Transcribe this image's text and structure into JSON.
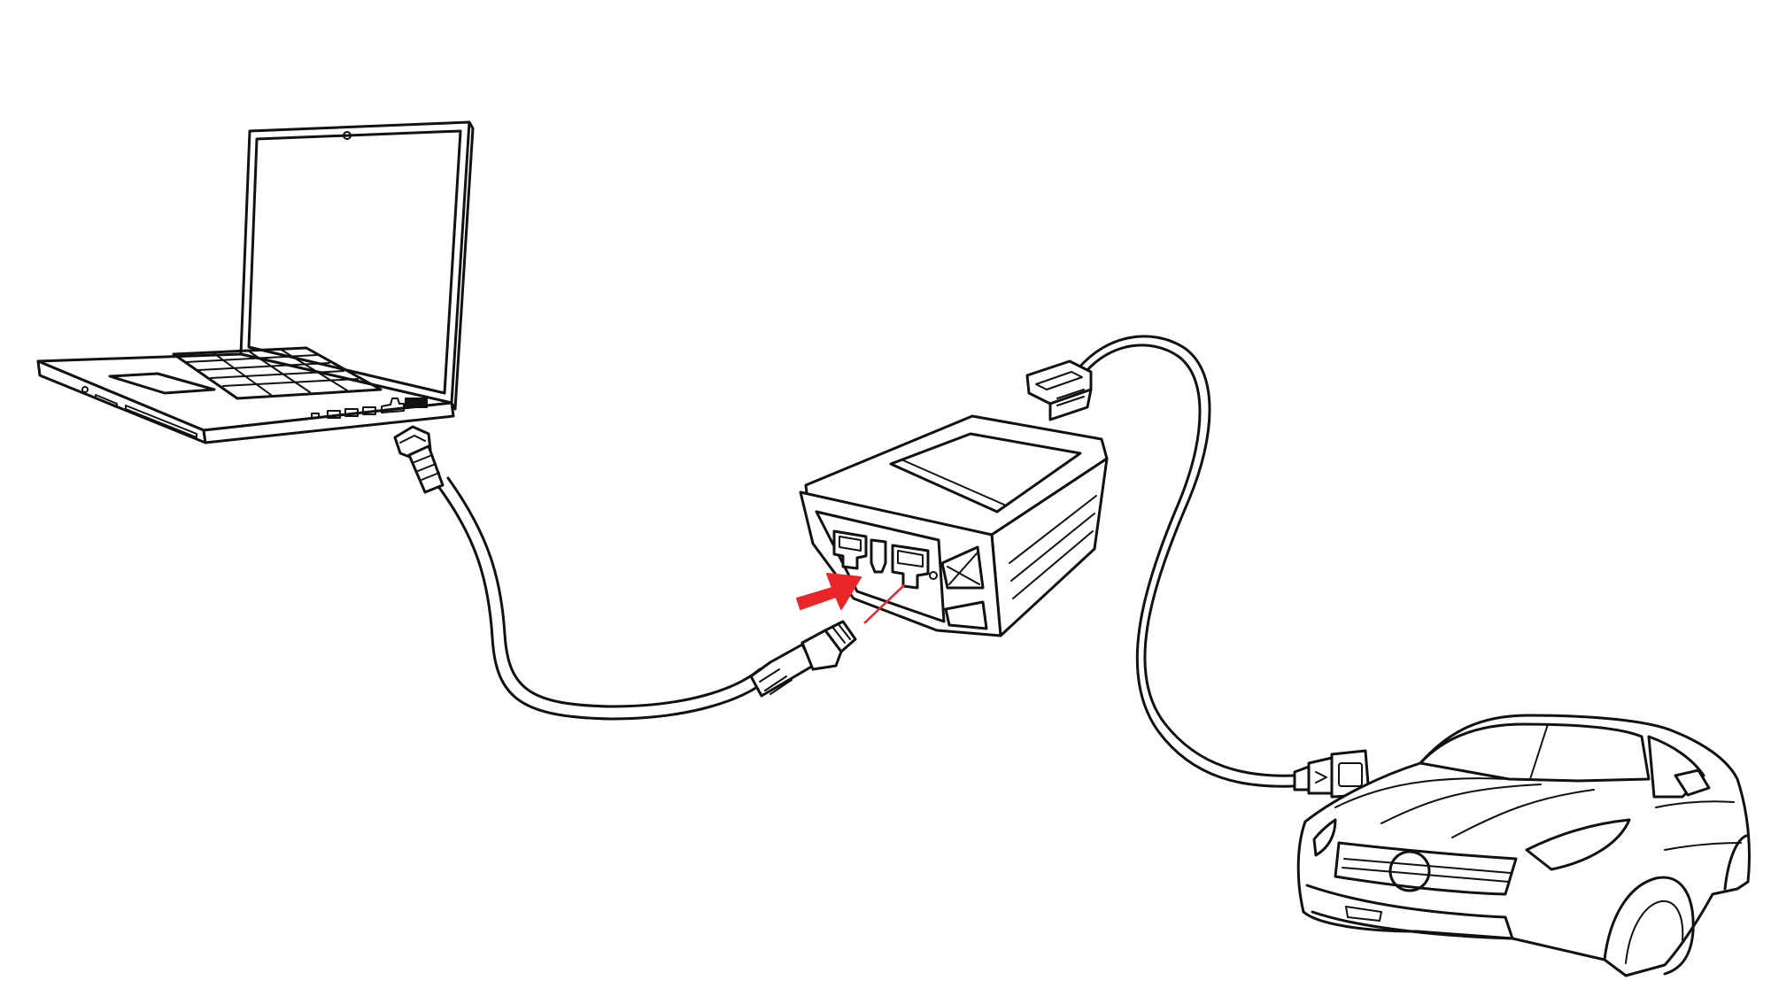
{
  "diagram": {
    "nodes": [
      {
        "id": "laptop",
        "icon": "laptop-icon"
      },
      {
        "id": "interface",
        "icon": "diagnostic-interface-icon"
      },
      {
        "id": "car",
        "icon": "car-icon"
      }
    ],
    "edges": [
      {
        "from": "laptop",
        "to": "interface",
        "cable": "ethernet-cable",
        "connector": "rj45-connector"
      },
      {
        "from": "interface",
        "to": "car",
        "cable": "obd-cable",
        "connector": "obd2-connector"
      }
    ],
    "highlight": {
      "target": "interface-lan-port",
      "icon": "arrow-icon"
    }
  },
  "colors": {
    "line": "#111111",
    "background": "#ffffff",
    "highlight": "#e8262a"
  }
}
